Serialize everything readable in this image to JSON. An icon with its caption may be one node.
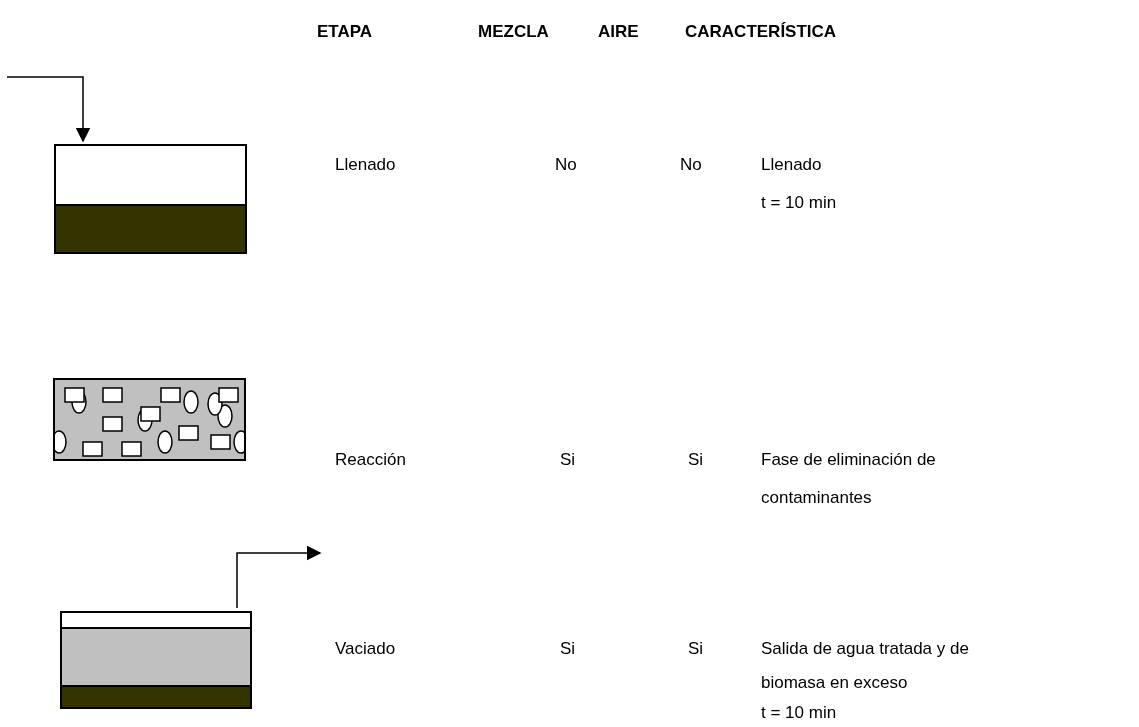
{
  "diagram": {
    "nodes": [
      {
        "text": [],
        "shape": "box"
      },
      {
        "text": [],
        "shape": "box"
      },
      {
        "text": [],
        "shape": "box"
      }
    ],
    "edges": [
      {
        "from": null,
        "to": 0,
        "arrow": "to"
      },
      {
        "from": 2,
        "to": null,
        "arrow": "to"
      }
    ],
    "labels": [
      "ETAPA",
      "MEZCLA",
      "AIRE",
      "CARACTERÍSTICA",
      "Llenado",
      "No",
      "No",
      "Llenado",
      "t = 10 min",
      "Reacción",
      "Si",
      "Si",
      "Fase de eliminación de contaminantes",
      "Vaciado",
      "Si",
      "Si",
      "Salida de agua tratada y de biomasa en exceso",
      "t = 10 min"
    ]
  }
}
